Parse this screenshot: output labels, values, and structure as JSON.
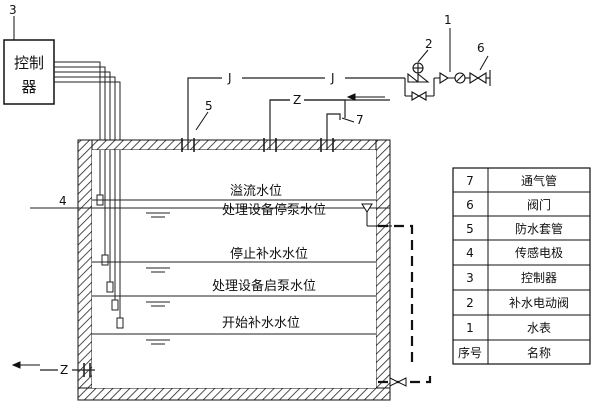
{
  "controller": {
    "label_line1": "控制",
    "label_line2": "器"
  },
  "callouts": {
    "c1": "1",
    "c2": "2",
    "c3": "3",
    "c4": "4",
    "c5": "5",
    "c6": "6",
    "c7": "7"
  },
  "pipe_labels": {
    "j1": "J",
    "j2": "J",
    "z_top": "Z",
    "z_bottom": "Z"
  },
  "water_levels": [
    {
      "label": "溢流水位"
    },
    {
      "label": "处理设备停泵水位"
    },
    {
      "label": "停止补水水位"
    },
    {
      "label": "处理设备启泵水位"
    },
    {
      "label": "开始补水水位"
    }
  ],
  "legend": {
    "rows": [
      {
        "no": "7",
        "name": "通气管"
      },
      {
        "no": "6",
        "name": "阀门"
      },
      {
        "no": "5",
        "name": "防水套管"
      },
      {
        "no": "4",
        "name": "传感电极"
      },
      {
        "no": "3",
        "name": "控制器"
      },
      {
        "no": "2",
        "name": "补水电动阀"
      },
      {
        "no": "1",
        "name": "水表"
      }
    ],
    "header": {
      "no": "序号",
      "name": "名称"
    }
  }
}
